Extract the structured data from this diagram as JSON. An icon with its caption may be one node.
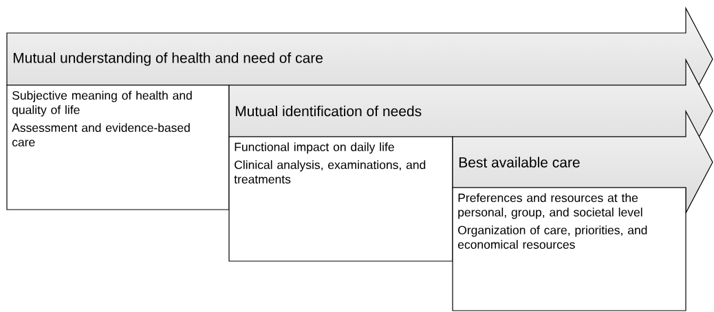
{
  "diagram": {
    "nodes": [
      {
        "text": [
          "Mutual understanding of health and need of care"
        ]
      },
      {
        "text": [
          "Subjective meaning of health and quality of life",
          "Assessment and evidence-based care"
        ]
      },
      {
        "text": [
          "Mutual identification of needs"
        ]
      },
      {
        "text": [
          "Functional impact on daily life",
          "Clinical analysis, examinations, and treatments"
        ]
      },
      {
        "text": [
          "Best available care"
        ]
      },
      {
        "text": [
          "Preferences and resources at the personal, group, and societal level",
          "Organization of care, priorities, and economical resources"
        ]
      }
    ]
  }
}
